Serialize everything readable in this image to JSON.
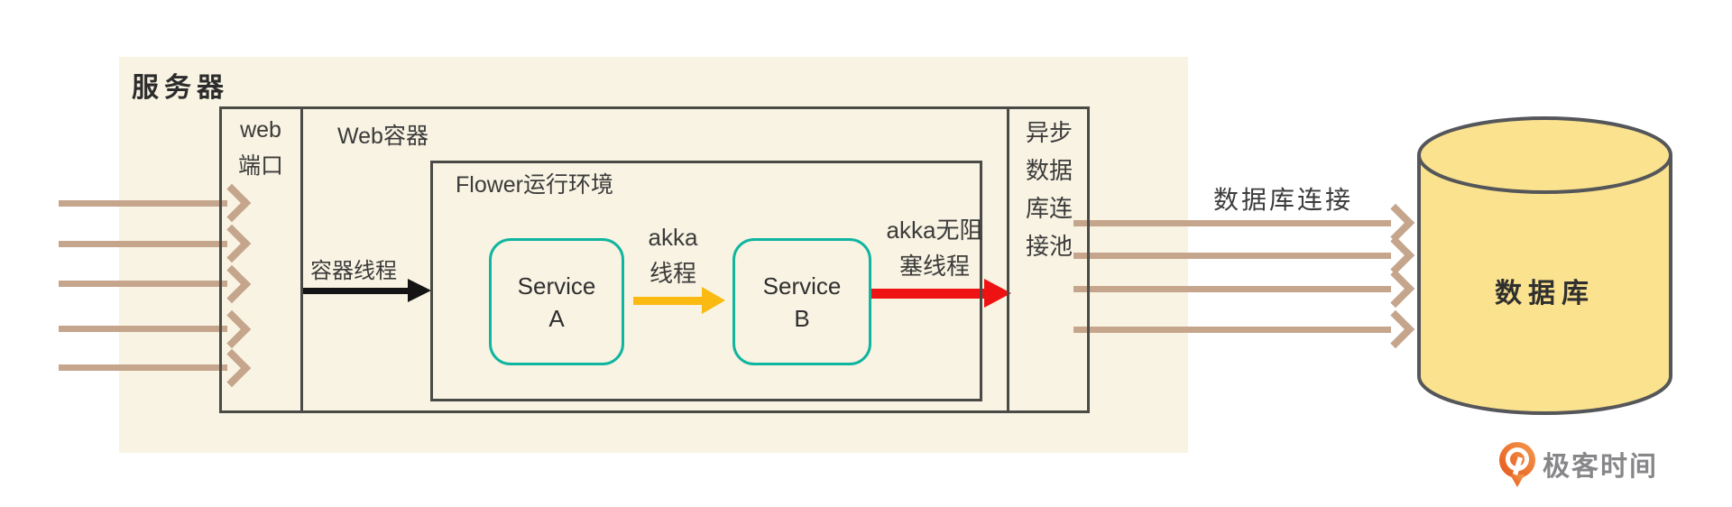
{
  "colors": {
    "panel_bg": "#F8F3E2",
    "box_border": "#4A4A46",
    "text": "#3B3B3B",
    "request_arrow_tan": "#C5A58C",
    "container_thread_arrow": "#141414",
    "akka_thread_arrow": "#FBBA12",
    "nonblocking_thread_arrow": "#EF1212",
    "service_box_border": "#10B5A0",
    "database_fill": "#FAE28E",
    "database_border": "#54565A",
    "brand_orange": "#E96A1F",
    "brand_text_gray": "#87878A"
  },
  "diagram": {
    "server_title": "服务器",
    "web_port": {
      "line1": "web",
      "line2": "端口"
    },
    "web_container_label": "Web容器",
    "container_thread_label": "容器线程",
    "flower_label": "Flower运行环境",
    "service_a": {
      "line1": "Service",
      "line2": "A"
    },
    "service_b": {
      "line1": "Service",
      "line2": "B"
    },
    "akka_thread": {
      "line1": "akka",
      "line2": "线程"
    },
    "akka_nonblocking": {
      "line1": "akka无阻",
      "line2": "塞线程"
    },
    "async_db_pool": {
      "lines": [
        "异步",
        "数据",
        "库连",
        "接池"
      ]
    },
    "db_connection_label": "数据库连接",
    "database_label": "数据库",
    "brand_label": "极客时间"
  }
}
